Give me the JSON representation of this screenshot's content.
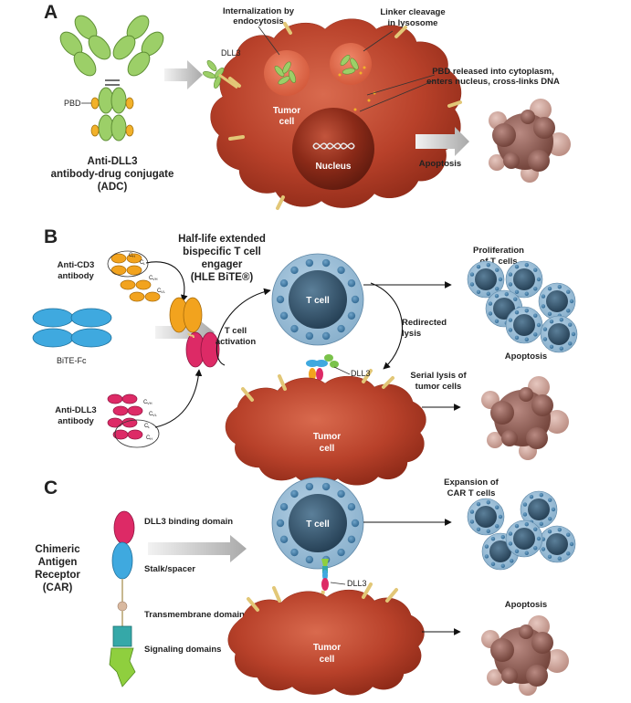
{
  "panel_a": {
    "letter": "A",
    "adc_title_line1": "Anti-DLL3",
    "adc_title_line2": "antibody-drug conjugate",
    "adc_title_line3": "(ADC)",
    "pbd_label": "PBD",
    "dll3_label": "DLL3",
    "internalization_line1": "Internalization by",
    "internalization_line2": "endocytosis",
    "linker_line1": "Linker cleavage",
    "linker_line2": "in lysosome",
    "pbd_release_line1": "PBD released into cytoplasm,",
    "pbd_release_line2": "enters nucleus, cross-links DNA",
    "tumor_line1": "Tumor",
    "tumor_line2": "cell",
    "nucleus_label": "Nucleus",
    "apoptosis_label": "Apoptosis"
  },
  "panel_b": {
    "letter": "B",
    "hle_line1": "Half-life extended",
    "hle_line2": "bispecific T cell",
    "hle_line3": "engager",
    "hle_line4": "(HLE BiTE®)",
    "cd3_line1": "Anti-CD3",
    "cd3_line2": "antibody",
    "dll3ab_line1": "Anti-DLL3",
    "dll3ab_line2": "antibody",
    "bite_fc_label": "BiTE-Fc",
    "domain_ch": "C",
    "domain_ch_sub": "H",
    "domain_cl": "C",
    "domain_cl_sub": "L",
    "domain_vh": "C",
    "domain_vh_sub": "VH",
    "domain_vl": "C",
    "domain_vl_sub": "VL",
    "tcell_label": "T cell",
    "tcell_activation_line1": "T cell",
    "tcell_activation_line2": "activation",
    "redirected_line1": "Redirected",
    "redirected_line2": "lysis",
    "dll3_label": "DLL3",
    "tumor_line1": "Tumor",
    "tumor_line2": "cell",
    "proliferation_line1": "Proliferation",
    "proliferation_line2": "of T cells",
    "apoptosis_label": "Apoptosis",
    "serial_line1": "Serial lysis of",
    "serial_line2": "tumor cells"
  },
  "panel_c": {
    "letter": "C",
    "car_line1": "Chimeric",
    "car_line2": "Antigen",
    "car_line3": "Receptor",
    "car_line4": "(CAR)",
    "dll3_binding_label": "DLL3 binding domain",
    "stalk_label": "Stalk/spacer",
    "transmembrane_label": "Transmembrane domain",
    "signaling_label": "Signaling domains",
    "tcell_label": "T cell",
    "dll3_label": "DLL3",
    "tumor_line1": "Tumor",
    "tumor_line2": "cell",
    "expansion_line1": "Expansion of",
    "expansion_line2": "CAR T cells",
    "apoptosis_label": "Apoptosis"
  }
}
